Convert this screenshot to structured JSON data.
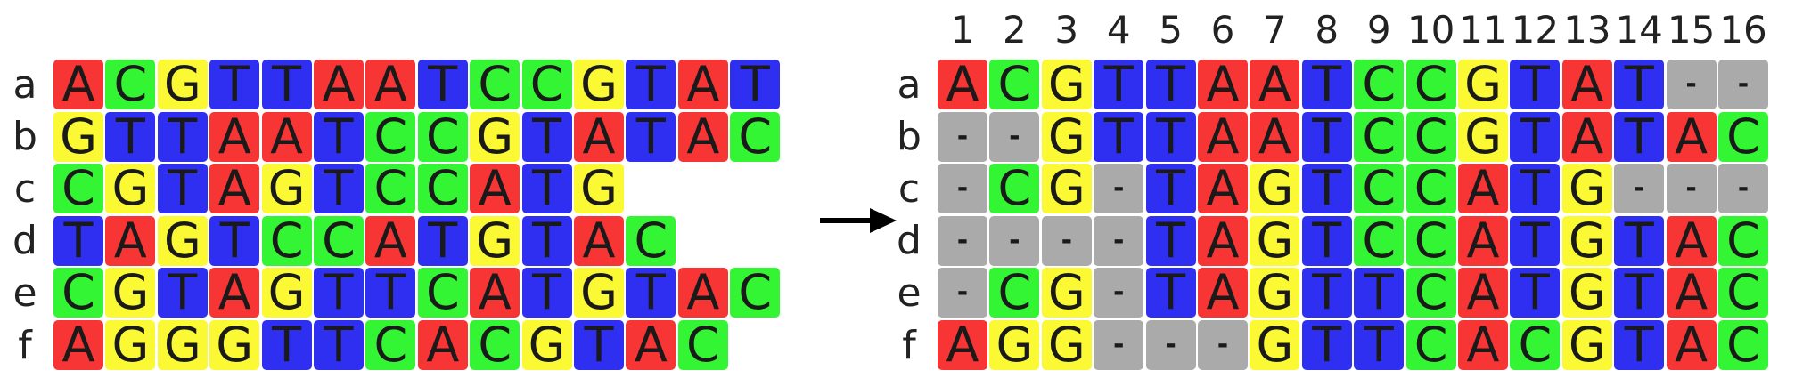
{
  "colors": {
    "A": "#f73535",
    "C": "#34f534",
    "G": "#fbf934",
    "T": "#2f2ff2",
    "-": "#aaaaaa"
  },
  "row_labels": [
    "a",
    "b",
    "c",
    "d",
    "e",
    "f"
  ],
  "unaligned": [
    "ACGTTAATCCGTAT",
    "GTTAATCCGTATAC",
    "CGTAGTCCATG",
    "TAGTCCATGTAC",
    "CGTAGTTCATGTAC",
    "AGGGTTCACGTAC"
  ],
  "column_numbers": [
    "1",
    "2",
    "3",
    "4",
    "5",
    "6",
    "7",
    "8",
    "9",
    "10",
    "11",
    "12",
    "13",
    "14",
    "15",
    "16"
  ],
  "aligned": [
    "ACGTTAATCCGTAT--",
    "--GTTAATCCGTATAC",
    "-CG-TAGTCCATG---",
    "----TAGTCCATGTAC",
    "-CG-TAGTTCATGTAC",
    "AGG---GTTCACGTAC"
  ],
  "arrow_icon": "right-arrow-icon"
}
